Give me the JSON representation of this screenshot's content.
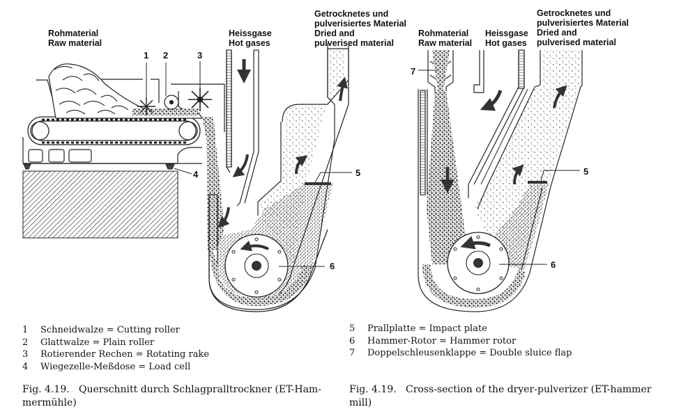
{
  "left_figure": {
    "labels": {
      "raw_material_de": "Rohmaterial",
      "raw_material_en": "Raw material",
      "hot_gases_de": "Heissgase",
      "hot_gases_en": "Hot gases",
      "product_de_1": "Getrocknetes und",
      "product_de_2": "pulverisiertes Material",
      "product_en_1": "Dried and",
      "product_en_2": "pulverised material"
    },
    "callouts": [
      "1",
      "2",
      "3",
      "4",
      "5",
      "6"
    ]
  },
  "right_figure": {
    "labels": {
      "raw_material_de": "Rohmaterial",
      "raw_material_en": "Raw material",
      "hot_gases_de": "Heissgase",
      "hot_gases_en": "Hot gases",
      "product_de_1": "Getrocknetes und",
      "product_de_2": "pulverisiertes Material",
      "product_en_1": "Dried and",
      "product_en_2": "pulverised material"
    },
    "callouts": [
      "7",
      "5",
      "6"
    ]
  },
  "legend_left": [
    {
      "num": "1",
      "text": "Schneidwalze = Cutting roller"
    },
    {
      "num": "2",
      "text": "Glattwalze = Plain roller"
    },
    {
      "num": "3",
      "text": "Rotierender Rechen = Rotating rake"
    },
    {
      "num": "4",
      "text": "Wiegezelle-Meßdose = Load cell"
    }
  ],
  "legend_right": [
    {
      "num": "5",
      "text": "Prallplatte = Impact plate"
    },
    {
      "num": "6",
      "text": "Hammer-Rotor = Hammer rotor"
    },
    {
      "num": "7",
      "text": "Doppelschleusenklappe = Double sluice flap"
    }
  ],
  "captions": {
    "german_line1": "Fig. 4.19.   Querschnitt durch Schlagpralltrockner (ET-Ham-",
    "german_line2": "mermühle)",
    "english_line1": "Fig. 4.19.   Cross-section of the dryer-pulverizer (ET-hammer",
    "english_line2": "mill)"
  }
}
